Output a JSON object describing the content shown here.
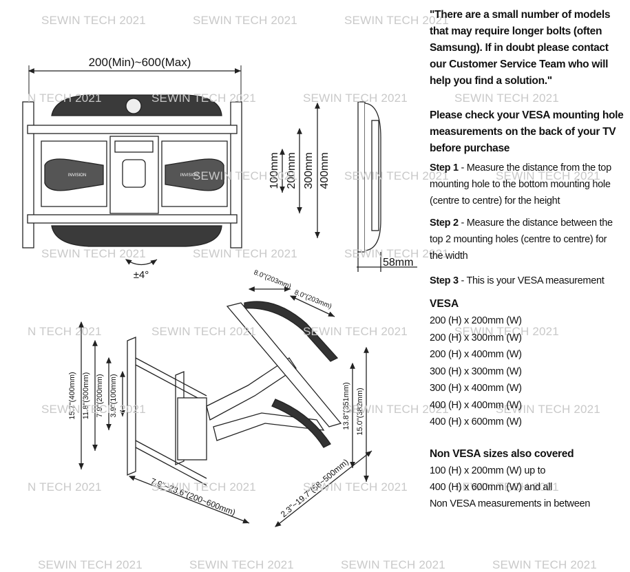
{
  "watermark": "SEWIN TECH 2021",
  "watermark_partial": "N TECH 2021",
  "front_view": {
    "width_dim": "200(Min)~600(Max)",
    "height_dims": [
      "100mm",
      "200mm",
      "300mm",
      "400mm"
    ],
    "tilt": "±4°",
    "brand_left": "INVISION",
    "brand_right": "INVISION"
  },
  "side_view": {
    "depth": "58mm"
  },
  "iso_view": {
    "arm_length_1": "8.0\"(203mm)",
    "arm_length_2": "8.0\"(203mm)",
    "left_dims": [
      "15.7\"(400mm)",
      "11.8\"(300mm)",
      "7.9\"(200mm)",
      "3.9\"(100mm)"
    ],
    "right_dims": [
      "13.8\"(351mm)",
      "15.0\"(382mm)"
    ],
    "bottom_width": "7.9\"~23.6\"(200~600mm)",
    "bottom_extension": "2.3\"~19.7\"(58~500mm)"
  },
  "panel": {
    "quote_lines": [
      "\"There are a small number of models",
      "that may require longer bolts (often",
      "Samsung). If in doubt please contact",
      "our Customer Service Team who will",
      "help you find a solution.\""
    ],
    "vesa_check_lines": [
      "Please check your VESA mounting hole",
      "measurements on the back of your TV",
      "before purchase"
    ],
    "steps": [
      {
        "label": "Step 1",
        "lines": [
          " - Measure the distance from the top",
          "mounting hole to the bottom mounting hole",
          "(centre to centre) for the height"
        ]
      },
      {
        "label": "Step 2",
        "lines": [
          " - Measure the distance between the",
          "top 2 mounting holes (centre to centre) for",
          "the width"
        ]
      },
      {
        "label": "Step 3",
        "lines": [
          " - This is your VESA measurement"
        ]
      }
    ],
    "vesa_heading": "VESA",
    "vesa_sizes": [
      "200 (H) x 200mm (W)",
      "200 (H) x 300mm (W)",
      "200 (H) x 400mm (W)",
      "300 (H) x 300mm (W)",
      "300 (H) x 400mm (W)",
      "400 (H) x 400mm (W)",
      "400 (H) x 600mm (W)"
    ],
    "nonvesa_heading": "Non VESA sizes also covered",
    "nonvesa_lines": [
      "100 (H) x 200mm (W) up to",
      "400 (H) x 600mm (W) and all",
      "Non VESA measurements in between"
    ]
  }
}
